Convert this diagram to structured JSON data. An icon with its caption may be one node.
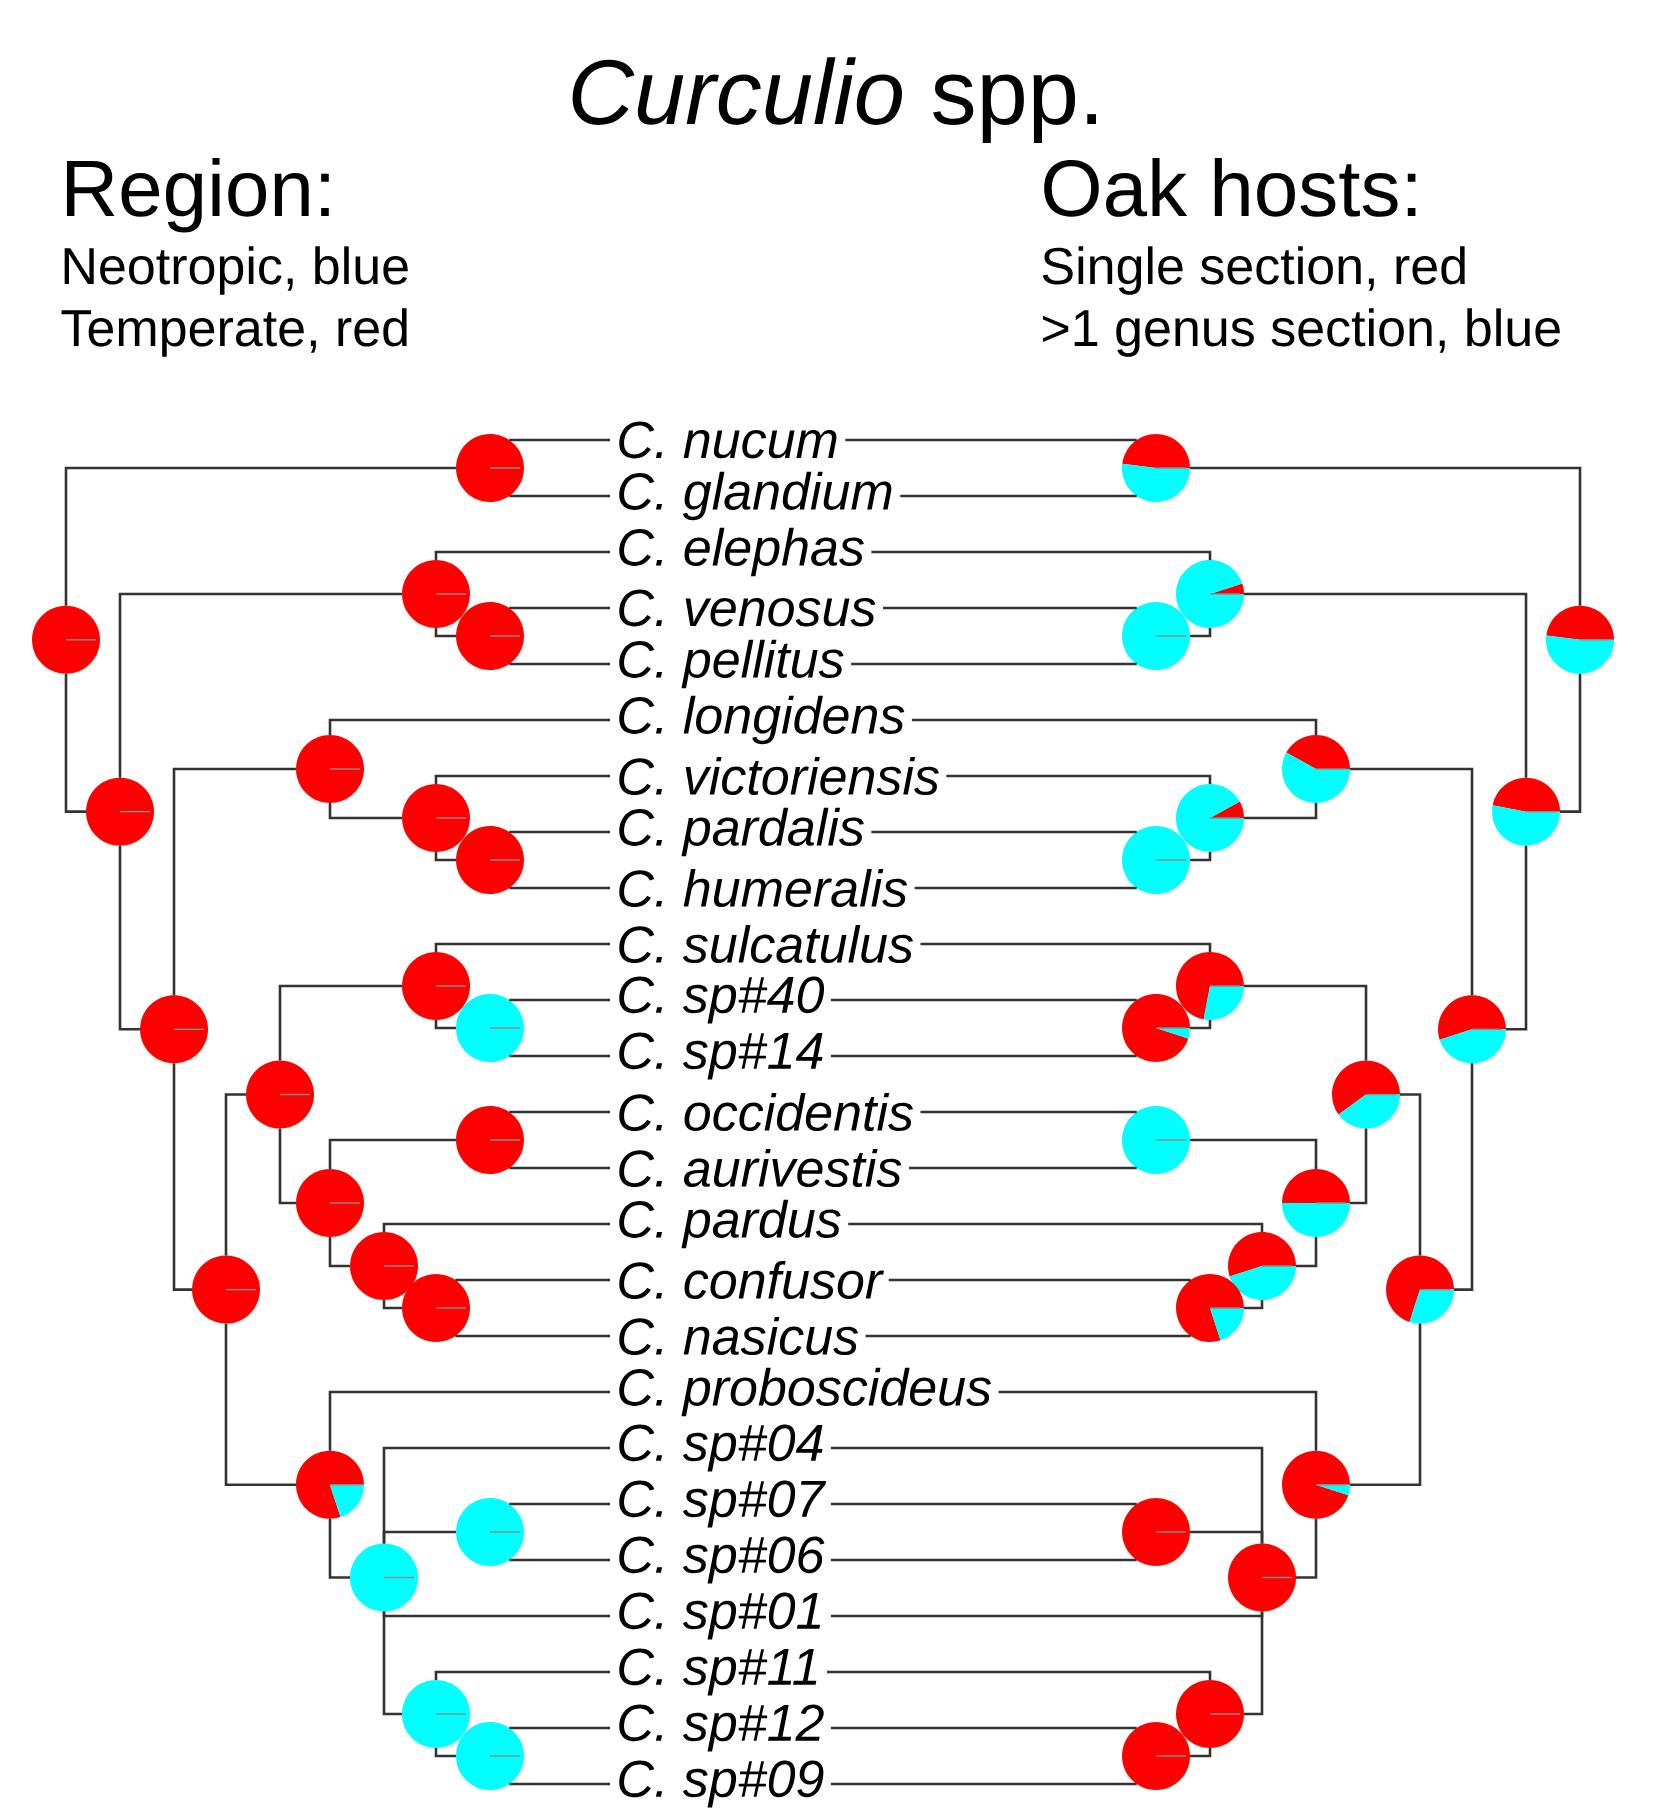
{
  "diagram": {
    "title": "*Curculio* spp.",
    "nodes": [
      {
        "text": [
          "C. nucum"
        ]
      },
      {
        "text": [
          "C. glandium"
        ]
      },
      {
        "text": [
          "C. elephas"
        ]
      },
      {
        "text": [
          "C. venosus"
        ]
      },
      {
        "text": [
          "C. pellitus"
        ]
      },
      {
        "text": [
          "C. longidens"
        ]
      },
      {
        "text": [
          "C. victoriensis"
        ]
      },
      {
        "text": [
          "C. pardalis"
        ]
      },
      {
        "text": [
          "C. humeralis"
        ]
      },
      {
        "text": [
          "C. sulcatulus"
        ]
      },
      {
        "text": [
          "C. sp#40"
        ]
      },
      {
        "text": [
          "C. sp#14"
        ]
      },
      {
        "text": [
          "C. occidentis"
        ]
      },
      {
        "text": [
          "C. aurivestis"
        ]
      },
      {
        "text": [
          "C. pardus"
        ]
      },
      {
        "text": [
          "C. confusor"
        ]
      },
      {
        "text": [
          "C. nasicus"
        ]
      },
      {
        "text": [
          "C. proboscideus"
        ]
      },
      {
        "text": [
          "C. sp#04"
        ]
      },
      {
        "text": [
          "C. sp#07"
        ]
      },
      {
        "text": [
          "C. sp#06"
        ]
      },
      {
        "text": [
          "C. sp#01"
        ]
      },
      {
        "text": [
          "C. sp#11"
        ]
      },
      {
        "text": [
          "C. sp#12"
        ]
      },
      {
        "text": [
          "C. sp#09"
        ]
      },
      {
        "text": [],
        "shape": "circle"
      },
      {
        "text": [],
        "shape": "circle"
      },
      {
        "text": [],
        "shape": "circle"
      },
      {
        "text": [],
        "shape": "circle"
      },
      {
        "text": [],
        "shape": "circle"
      },
      {
        "text": [],
        "shape": "circle"
      },
      {
        "text": [],
        "shape": "circle"
      },
      {
        "text": [],
        "shape": "circle"
      },
      {
        "text": [],
        "shape": "circle"
      },
      {
        "text": [],
        "shape": "circle"
      },
      {
        "text": [],
        "shape": "circle"
      },
      {
        "text": [],
        "shape": "circle"
      },
      {
        "text": [],
        "shape": "circle"
      },
      {
        "text": [],
        "shape": "circle"
      },
      {
        "text": [],
        "shape": "circle"
      },
      {
        "text": [],
        "shape": "circle"
      },
      {
        "text": [],
        "shape": "circle"
      },
      {
        "text": [],
        "shape": "circle"
      },
      {
        "text": [],
        "shape": "circle"
      },
      {
        "text": [],
        "shape": "circle"
      },
      {
        "text": [],
        "shape": "circle"
      },
      {
        "text": [],
        "shape": "circle"
      },
      {
        "text": [],
        "shape": "circle"
      },
      {
        "text": [],
        "shape": "circle"
      },
      {
        "text": [],
        "shape": "circle"
      },
      {
        "text": [],
        "shape": "circle"
      },
      {
        "text": [],
        "shape": "circle"
      },
      {
        "text": [],
        "shape": "circle"
      },
      {
        "text": [],
        "shape": "circle"
      },
      {
        "text": [],
        "shape": "circle"
      },
      {
        "text": [],
        "shape": "circle"
      },
      {
        "text": [],
        "shape": "circle"
      },
      {
        "text": [],
        "shape": "circle"
      },
      {
        "text": [],
        "shape": "circle"
      },
      {
        "text": [],
        "shape": "circle"
      },
      {
        "text": [],
        "shape": "circle"
      },
      {
        "text": [],
        "shape": "circle"
      },
      {
        "text": [],
        "shape": "circle"
      },
      {
        "text": [],
        "shape": "circle"
      },
      {
        "text": [],
        "shape": "circle"
      },
      {
        "text": [],
        "shape": "circle"
      },
      {
        "text": [],
        "shape": "circle"
      },
      {
        "text": [],
        "shape": "circle"
      },
      {
        "text": [],
        "shape": "circle"
      }
    ],
    "edges": [
      {
        "from": 25,
        "to": 0,
        "arrow": "none"
      },
      {
        "from": 25,
        "to": 1,
        "arrow": "none"
      },
      {
        "from": 26,
        "to": 2,
        "arrow": "none"
      },
      {
        "from": 26,
        "to": 27,
        "arrow": "none"
      },
      {
        "from": 27,
        "to": 3,
        "arrow": "none"
      },
      {
        "from": 27,
        "to": 4,
        "arrow": "none"
      },
      {
        "from": 28,
        "to": 25,
        "arrow": "none"
      },
      {
        "from": 28,
        "to": 30,
        "arrow": "none"
      },
      {
        "from": 29,
        "to": 5,
        "arrow": "none"
      },
      {
        "from": 29,
        "to": 31,
        "arrow": "none"
      },
      {
        "from": 30,
        "to": 26,
        "arrow": "none"
      },
      {
        "from": 30,
        "to": 35,
        "arrow": "none"
      },
      {
        "from": 31,
        "to": 6,
        "arrow": "none"
      },
      {
        "from": 31,
        "to": 32,
        "arrow": "none"
      },
      {
        "from": 32,
        "to": 7,
        "arrow": "none"
      },
      {
        "from": 32,
        "to": 8,
        "arrow": "none"
      },
      {
        "from": 33,
        "to": 9,
        "arrow": "none"
      },
      {
        "from": 33,
        "to": 34,
        "arrow": "none"
      },
      {
        "from": 34,
        "to": 10,
        "arrow": "none"
      },
      {
        "from": 34,
        "to": 11,
        "arrow": "none"
      },
      {
        "from": 35,
        "to": 29,
        "arrow": "none"
      },
      {
        "from": 35,
        "to": 40,
        "arrow": "none"
      },
      {
        "from": 36,
        "to": 33,
        "arrow": "none"
      },
      {
        "from": 36,
        "to": 38,
        "arrow": "none"
      },
      {
        "from": 37,
        "to": 12,
        "arrow": "none"
      },
      {
        "from": 37,
        "to": 13,
        "arrow": "none"
      },
      {
        "from": 38,
        "to": 37,
        "arrow": "none"
      },
      {
        "from": 38,
        "to": 39,
        "arrow": "none"
      },
      {
        "from": 39,
        "to": 14,
        "arrow": "none"
      },
      {
        "from": 39,
        "to": 41,
        "arrow": "none"
      },
      {
        "from": 40,
        "to": 36,
        "arrow": "none"
      },
      {
        "from": 40,
        "to": 42,
        "arrow": "none"
      },
      {
        "from": 41,
        "to": 15,
        "arrow": "none"
      },
      {
        "from": 41,
        "to": 16,
        "arrow": "none"
      },
      {
        "from": 42,
        "to": 17,
        "arrow": "none"
      },
      {
        "from": 42,
        "to": 44,
        "arrow": "none"
      },
      {
        "from": 43,
        "to": 19,
        "arrow": "none"
      },
      {
        "from": 43,
        "to": 20,
        "arrow": "none"
      },
      {
        "from": 44,
        "to": 18,
        "arrow": "none"
      },
      {
        "from": 44,
        "to": 43,
        "arrow": "none"
      },
      {
        "from": 44,
        "to": 21,
        "arrow": "none"
      },
      {
        "from": 44,
        "to": 45,
        "arrow": "none"
      },
      {
        "from": 45,
        "to": 22,
        "arrow": "none"
      },
      {
        "from": 45,
        "to": 46,
        "arrow": "none"
      },
      {
        "from": 46,
        "to": 23,
        "arrow": "none"
      },
      {
        "from": 46,
        "to": 24,
        "arrow": "none"
      },
      {
        "from": 47,
        "to": 0,
        "arrow": "none"
      },
      {
        "from": 47,
        "to": 1,
        "arrow": "none"
      },
      {
        "from": 48,
        "to": 2,
        "arrow": "none"
      },
      {
        "from": 48,
        "to": 49,
        "arrow": "none"
      },
      {
        "from": 49,
        "to": 3,
        "arrow": "none"
      },
      {
        "from": 49,
        "to": 4,
        "arrow": "none"
      },
      {
        "from": 50,
        "to": 47,
        "arrow": "none"
      },
      {
        "from": 50,
        "to": 52,
        "arrow": "none"
      },
      {
        "from": 51,
        "to": 5,
        "arrow": "none"
      },
      {
        "from": 51,
        "to": 53,
        "arrow": "none"
      },
      {
        "from": 52,
        "to": 48,
        "arrow": "none"
      },
      {
        "from": 52,
        "to": 57,
        "arrow": "none"
      },
      {
        "from": 53,
        "to": 6,
        "arrow": "none"
      },
      {
        "from": 53,
        "to": 54,
        "arrow": "none"
      },
      {
        "from": 54,
        "to": 7,
        "arrow": "none"
      },
      {
        "from": 54,
        "to": 8,
        "arrow": "none"
      },
      {
        "from": 55,
        "to": 9,
        "arrow": "none"
      },
      {
        "from": 55,
        "to": 56,
        "arrow": "none"
      },
      {
        "from": 56,
        "to": 10,
        "arrow": "none"
      },
      {
        "from": 56,
        "to": 11,
        "arrow": "none"
      },
      {
        "from": 57,
        "to": 51,
        "arrow": "none"
      },
      {
        "from": 57,
        "to": 62,
        "arrow": "none"
      },
      {
        "from": 58,
        "to": 55,
        "arrow": "none"
      },
      {
        "from": 58,
        "to": 60,
        "arrow": "none"
      },
      {
        "from": 59,
        "to": 12,
        "arrow": "none"
      },
      {
        "from": 59,
        "to": 13,
        "arrow": "none"
      },
      {
        "from": 60,
        "to": 59,
        "arrow": "none"
      },
      {
        "from": 60,
        "to": 61,
        "arrow": "none"
      },
      {
        "from": 61,
        "to": 14,
        "arrow": "none"
      },
      {
        "from": 61,
        "to": 63,
        "arrow": "none"
      },
      {
        "from": 62,
        "to": 58,
        "arrow": "none"
      },
      {
        "from": 62,
        "to": 64,
        "arrow": "none"
      },
      {
        "from": 63,
        "to": 15,
        "arrow": "none"
      },
      {
        "from": 63,
        "to": 16,
        "arrow": "none"
      },
      {
        "from": 64,
        "to": 17,
        "arrow": "none"
      },
      {
        "from": 64,
        "to": 66,
        "arrow": "none"
      },
      {
        "from": 65,
        "to": 19,
        "arrow": "none"
      },
      {
        "from": 65,
        "to": 20,
        "arrow": "none"
      },
      {
        "from": 66,
        "to": 18,
        "arrow": "none"
      },
      {
        "from": 66,
        "to": 65,
        "arrow": "none"
      },
      {
        "from": 66,
        "to": 21,
        "arrow": "none"
      },
      {
        "from": 66,
        "to": 67,
        "arrow": "none"
      },
      {
        "from": 67,
        "to": 22,
        "arrow": "none"
      },
      {
        "from": 67,
        "to": 68,
        "arrow": "none"
      },
      {
        "from": 68,
        "to": 23,
        "arrow": "none"
      },
      {
        "from": 68,
        "to": 24,
        "arrow": "none"
      }
    ],
    "labels": [
      "Region:",
      "Neotropic, blue",
      "Temperate, red",
      "Oak hosts:",
      "Single section, red",
      ">1 genus section, blue"
    ]
  }
}
